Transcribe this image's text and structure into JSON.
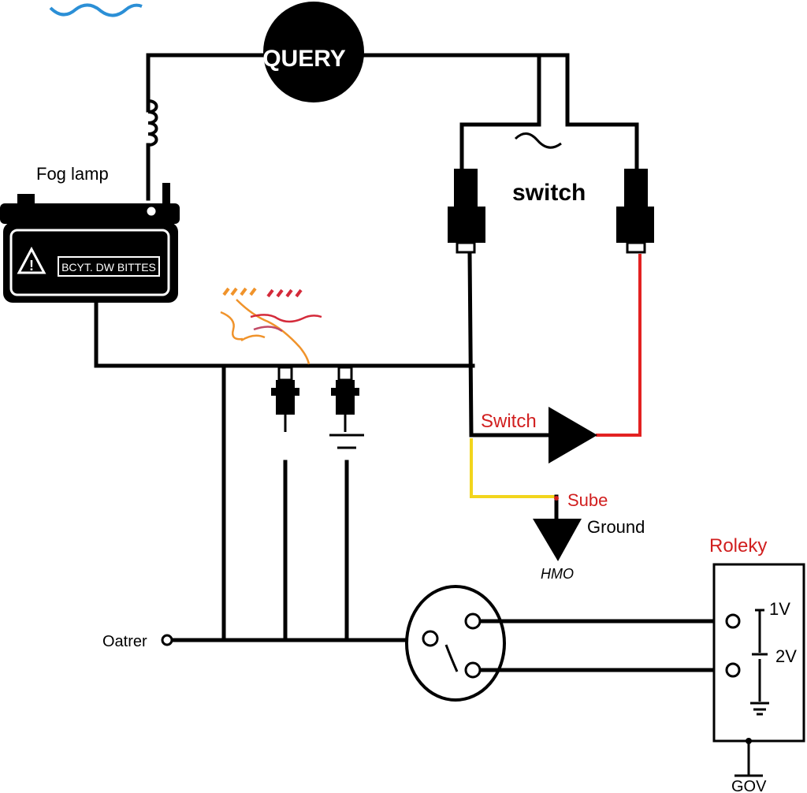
{
  "labels": {
    "query": "QUERY",
    "fog_lamp": "Fog lamp",
    "battery_text": "BCYT. DW BITTES",
    "switch_top": "switch",
    "switch_mid": "Switch",
    "sube": "Sube",
    "ground": "Ground",
    "hmo": "HMO",
    "oatrer": "Oatrer",
    "roleky": "Roleky",
    "v1": "1V",
    "v2": "2V",
    "gov": "GOV"
  },
  "colors": {
    "wire": "#000000",
    "red_wire": "#e32222",
    "yellow_wire": "#f2d51c",
    "red_label": "#d11f1f",
    "wave": "#2b8fd6",
    "squiggle_orange": "#f0932b",
    "squiggle_red": "#d42a3a"
  },
  "icons": [
    "wave-icon",
    "warning-icon",
    "inductor-coil",
    "ground-symbol",
    "diode-triangle"
  ]
}
